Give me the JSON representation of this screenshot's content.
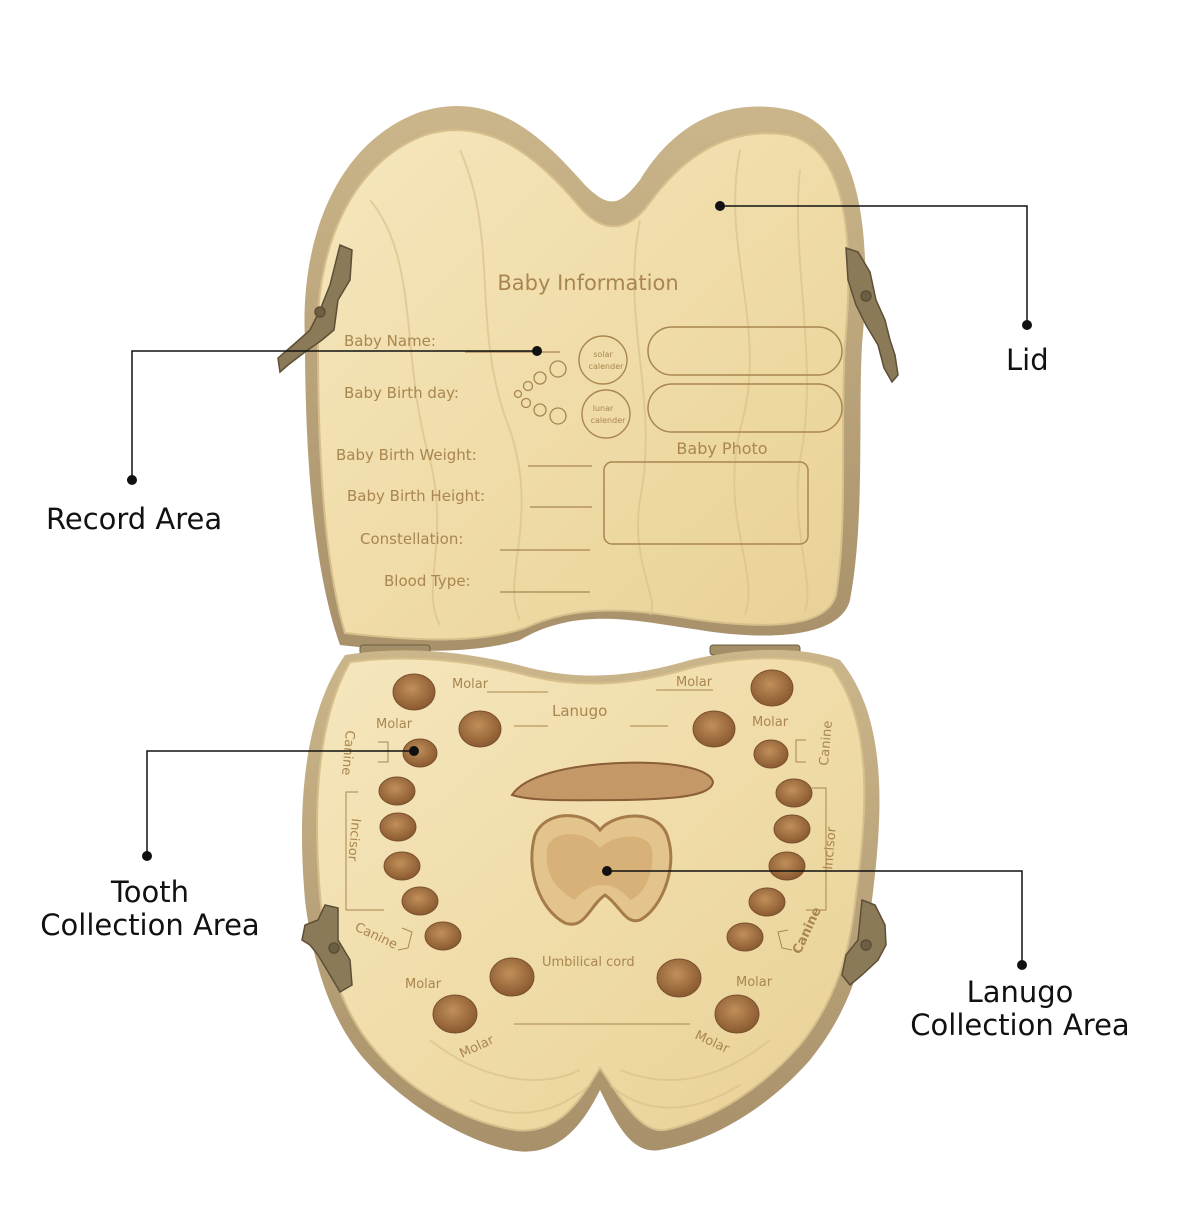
{
  "lid": {
    "title": "Baby Information",
    "fields": [
      "Baby Name:",
      "Baby Birth day:",
      "Baby Birth  Weight:",
      "Baby Birth  Height:",
      "Constellation:",
      "Blood Type:"
    ],
    "solar_label_1": "solar",
    "solar_label_2": "calender",
    "lunar_label_1": "lunar",
    "lunar_label_2": "calender",
    "photo_label": "Baby  Photo"
  },
  "base": {
    "molar": "Molar",
    "canine": "Canine",
    "incisor": "Incisor",
    "lanugo": "Lanugo",
    "umbilical": "Umbilical cord"
  },
  "callouts": {
    "lid": "Lid",
    "record": "Record Area",
    "tooth_1": "Tooth",
    "tooth_2": "Collection Area",
    "lanugo_1": "Lanugo",
    "lanugo_2": "Collection Area"
  },
  "colors": {
    "wood": "#f1dfaf",
    "wood_grain": "#d9bd82",
    "engraving": "#a9864f",
    "hinge": "#8a7a58",
    "leader": "#111111"
  }
}
